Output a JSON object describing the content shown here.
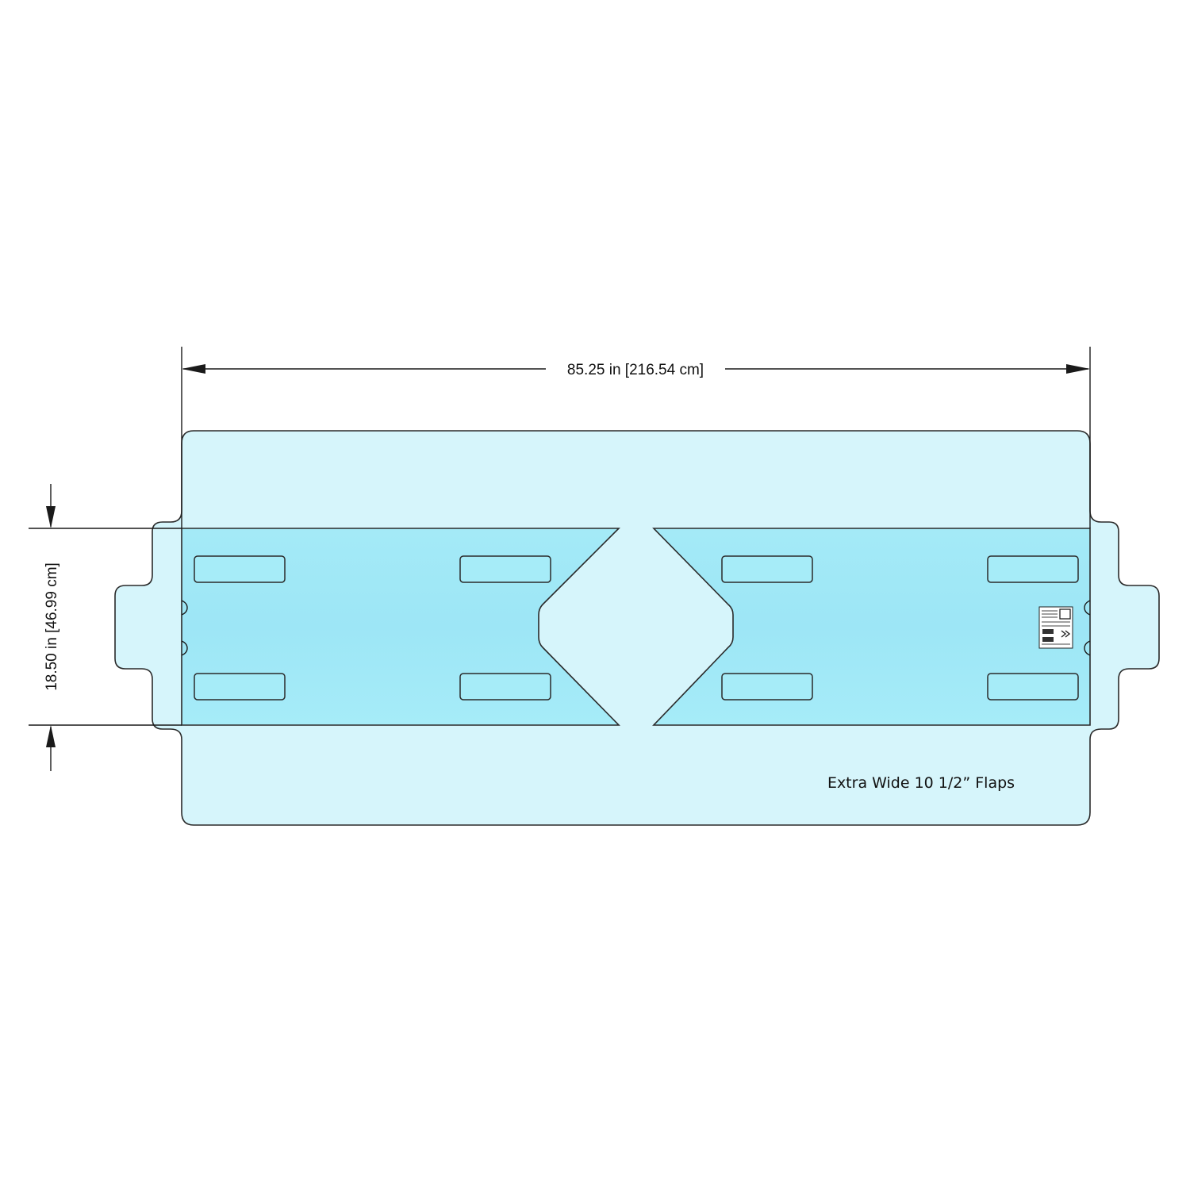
{
  "dimensions": {
    "width_label": "85.25 in [216.54 cm]",
    "height_label": "18.50 in [46.99 cm]"
  },
  "caption": "Extra Wide 10 1/2” Flaps",
  "colors": {
    "outer_panel": "#d6f5fb",
    "inner_panel": "#a6ecf8",
    "outline": "#2a2a2a",
    "dimension_line": "#1a1a1a"
  },
  "icons": {
    "label_tag": "product-label-icon"
  }
}
